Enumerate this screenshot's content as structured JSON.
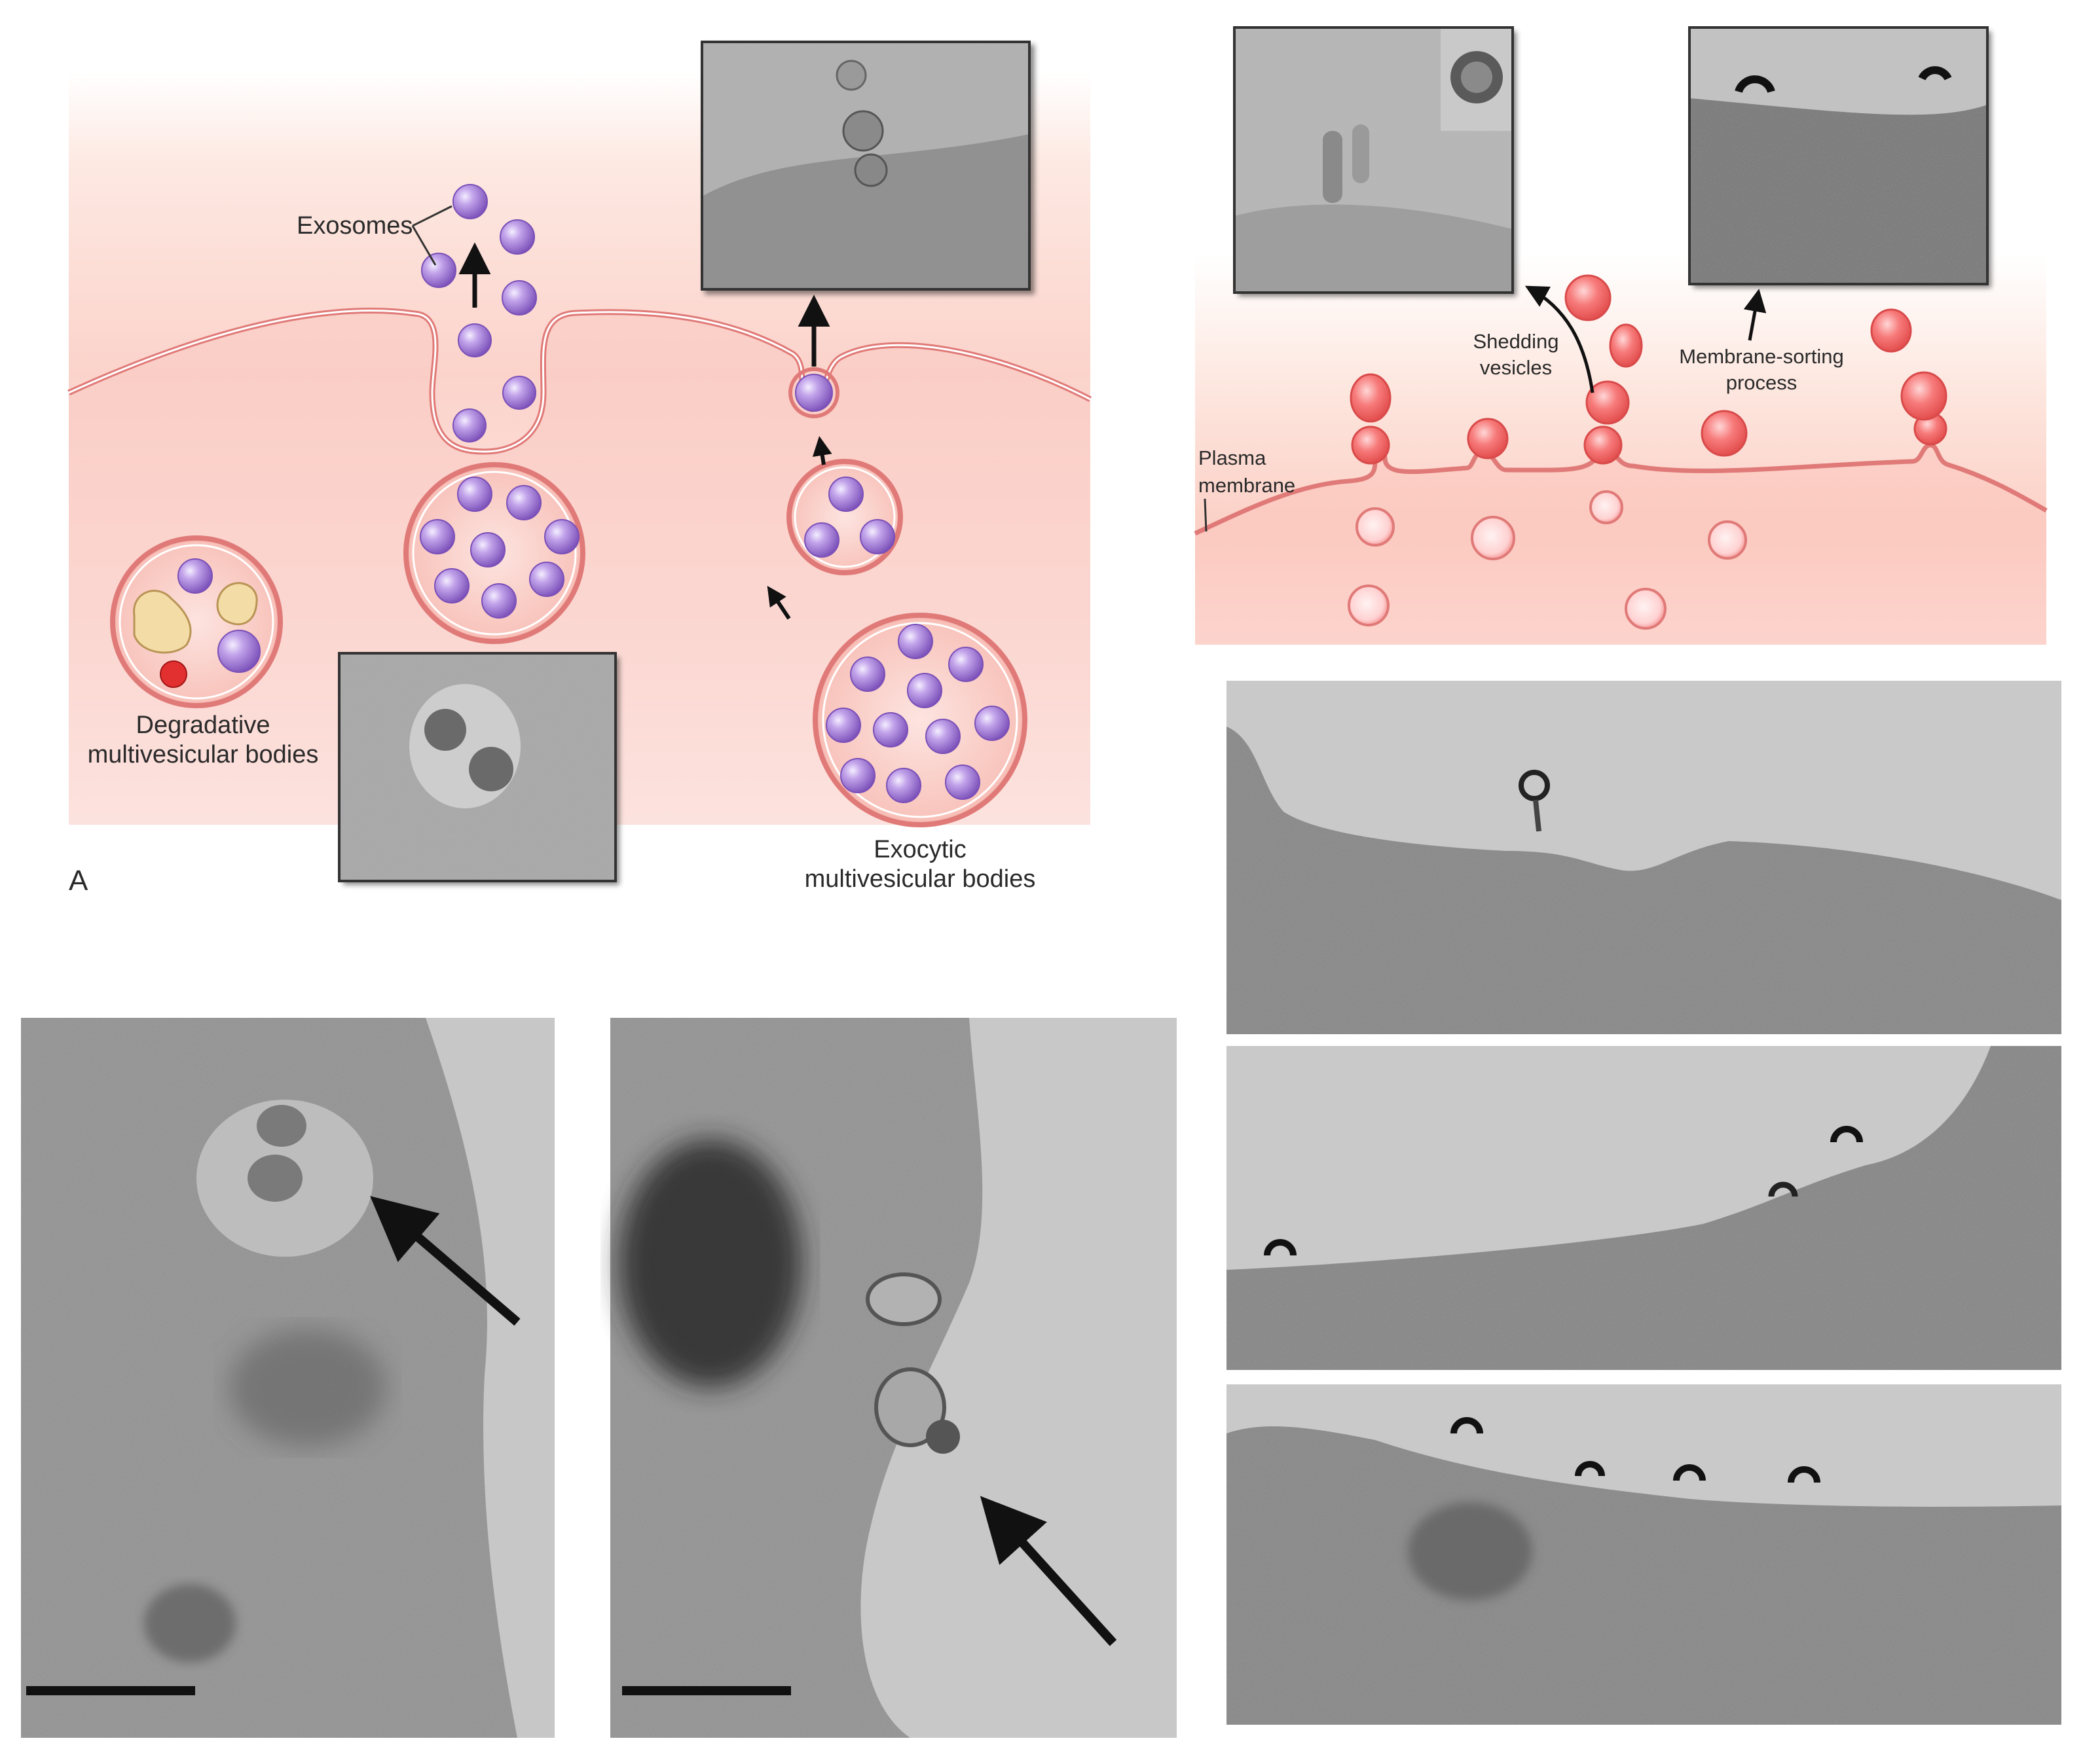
{
  "panel_a": {
    "letter": "A",
    "labels": {
      "exosomes": "Exosomes",
      "degradative_line1": "Degradative",
      "degradative_line2": "multivesicular bodies",
      "exocytic_line1": "Exocytic",
      "exocytic_line2": "multivesicular bodies"
    }
  },
  "panel_b": {
    "labels": {
      "shedding_line1": "Shedding",
      "shedding_line2": "vesicles",
      "sorting_line1": "Membrane-sorting",
      "sorting_line2": "process",
      "plasma_line1": "Plasma",
      "plasma_line2": "membrane"
    }
  },
  "colors": {
    "cytoplasm": "#f8c8c0",
    "membrane": "#e07a78",
    "exosome": "#a77fd3",
    "shed_vesicle": "#f06a6a",
    "em_gray": "#8a8a8a"
  }
}
